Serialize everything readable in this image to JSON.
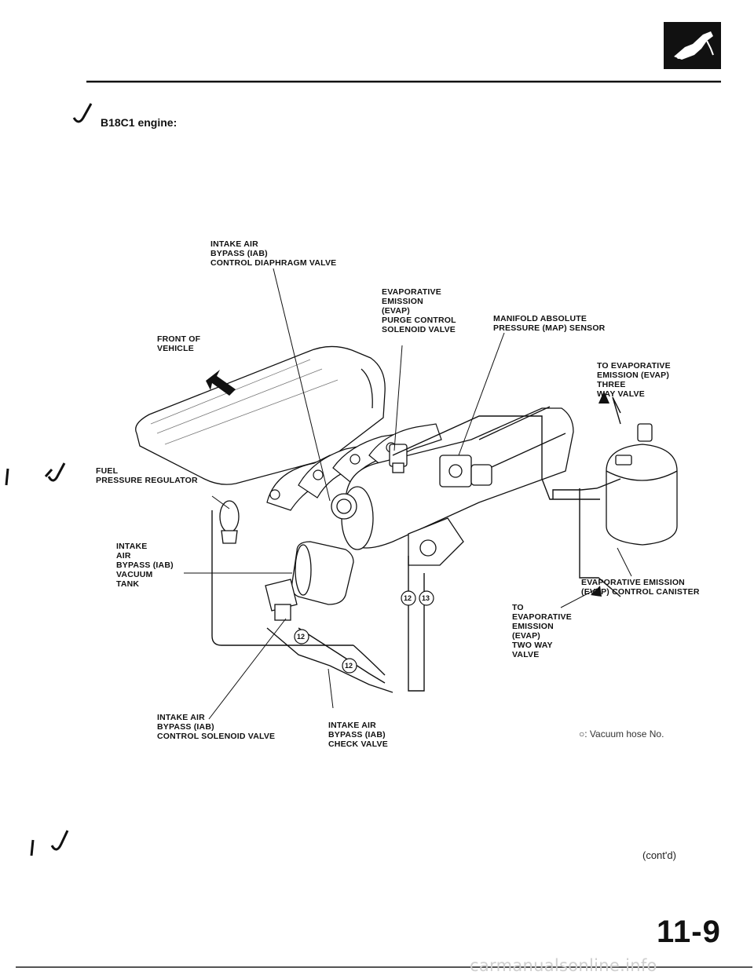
{
  "header": {
    "logo_icon": "engine-emissions-logo-icon",
    "section_heading": "B18C1 engine:"
  },
  "labels": {
    "iab_diaphragm_valve": [
      "INTAKE AIR",
      "BYPASS (IAB)",
      "CONTROL DIAPHRAGM VALVE"
    ],
    "evap_purge_valve": [
      "EVAPORATIVE",
      "EMISSION",
      "(EVAP)",
      "PURGE CONTROL",
      "SOLENOID VALVE"
    ],
    "map_sensor": [
      "MANIFOLD ABSOLUTE",
      "PRESSURE (MAP) SENSOR"
    ],
    "front_of_vehicle": [
      "FRONT OF",
      "VEHICLE"
    ],
    "to_three_way_valve": [
      "To EVAPORATIVE",
      "EMISSION (EVAP)",
      "THREE",
      "WAY VALVE"
    ],
    "fuel_pressure_regulator": [
      "FUEL",
      "PRESSURE REGULATOR"
    ],
    "iab_vacuum_tank": [
      "INTAKE",
      "AIR",
      "BYPASS (IAB)",
      "VACUUM",
      "TANK"
    ],
    "evap_canister": [
      "EVAPORATIVE EMISSION",
      "(EVAP) CONTROL CANISTER"
    ],
    "to_two_way_valve": [
      "To",
      "EVAPORATIVE",
      "EMISSION",
      "(EVAP)",
      "TWO WAY",
      "VALVE"
    ],
    "iab_solenoid_valve": [
      "INTAKE AIR",
      "BYPASS (IAB)",
      "CONTROL SOLENOID VALVE"
    ],
    "iab_check_valve": [
      "INTAKE AIR",
      "BYPASS (IAB)",
      "CHECK VALVE"
    ]
  },
  "hose_numbers": [
    "12",
    "13",
    "12",
    "12"
  ],
  "legend": "○: Vacuum hose No.",
  "footer": {
    "contd": "(cont'd)",
    "page_number": "11-9",
    "watermark": "carmanualsonline.info"
  }
}
